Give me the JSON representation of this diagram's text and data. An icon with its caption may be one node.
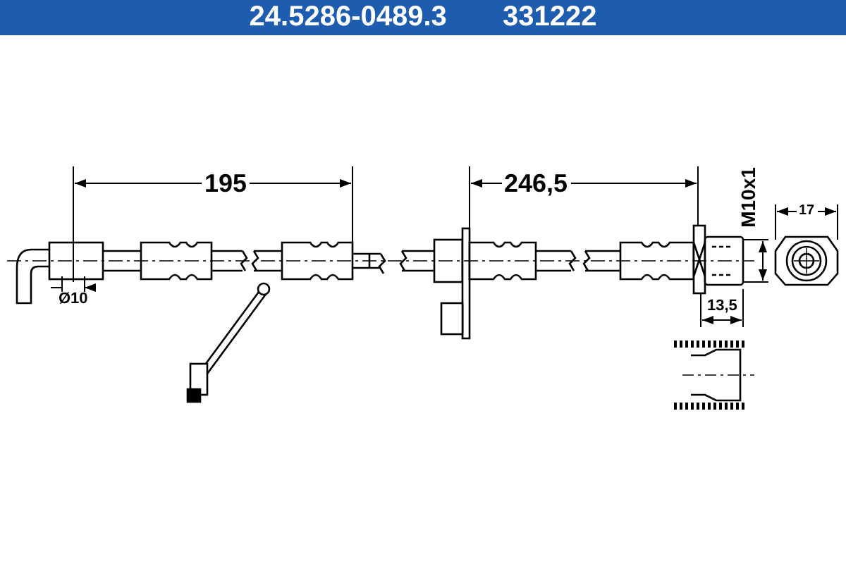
{
  "diagram": {
    "title": "24.5286-0489.3 331222",
    "labels": [
      "195",
      "246,5",
      "M10x1",
      "17",
      "Ø10",
      "13,5"
    ]
  }
}
